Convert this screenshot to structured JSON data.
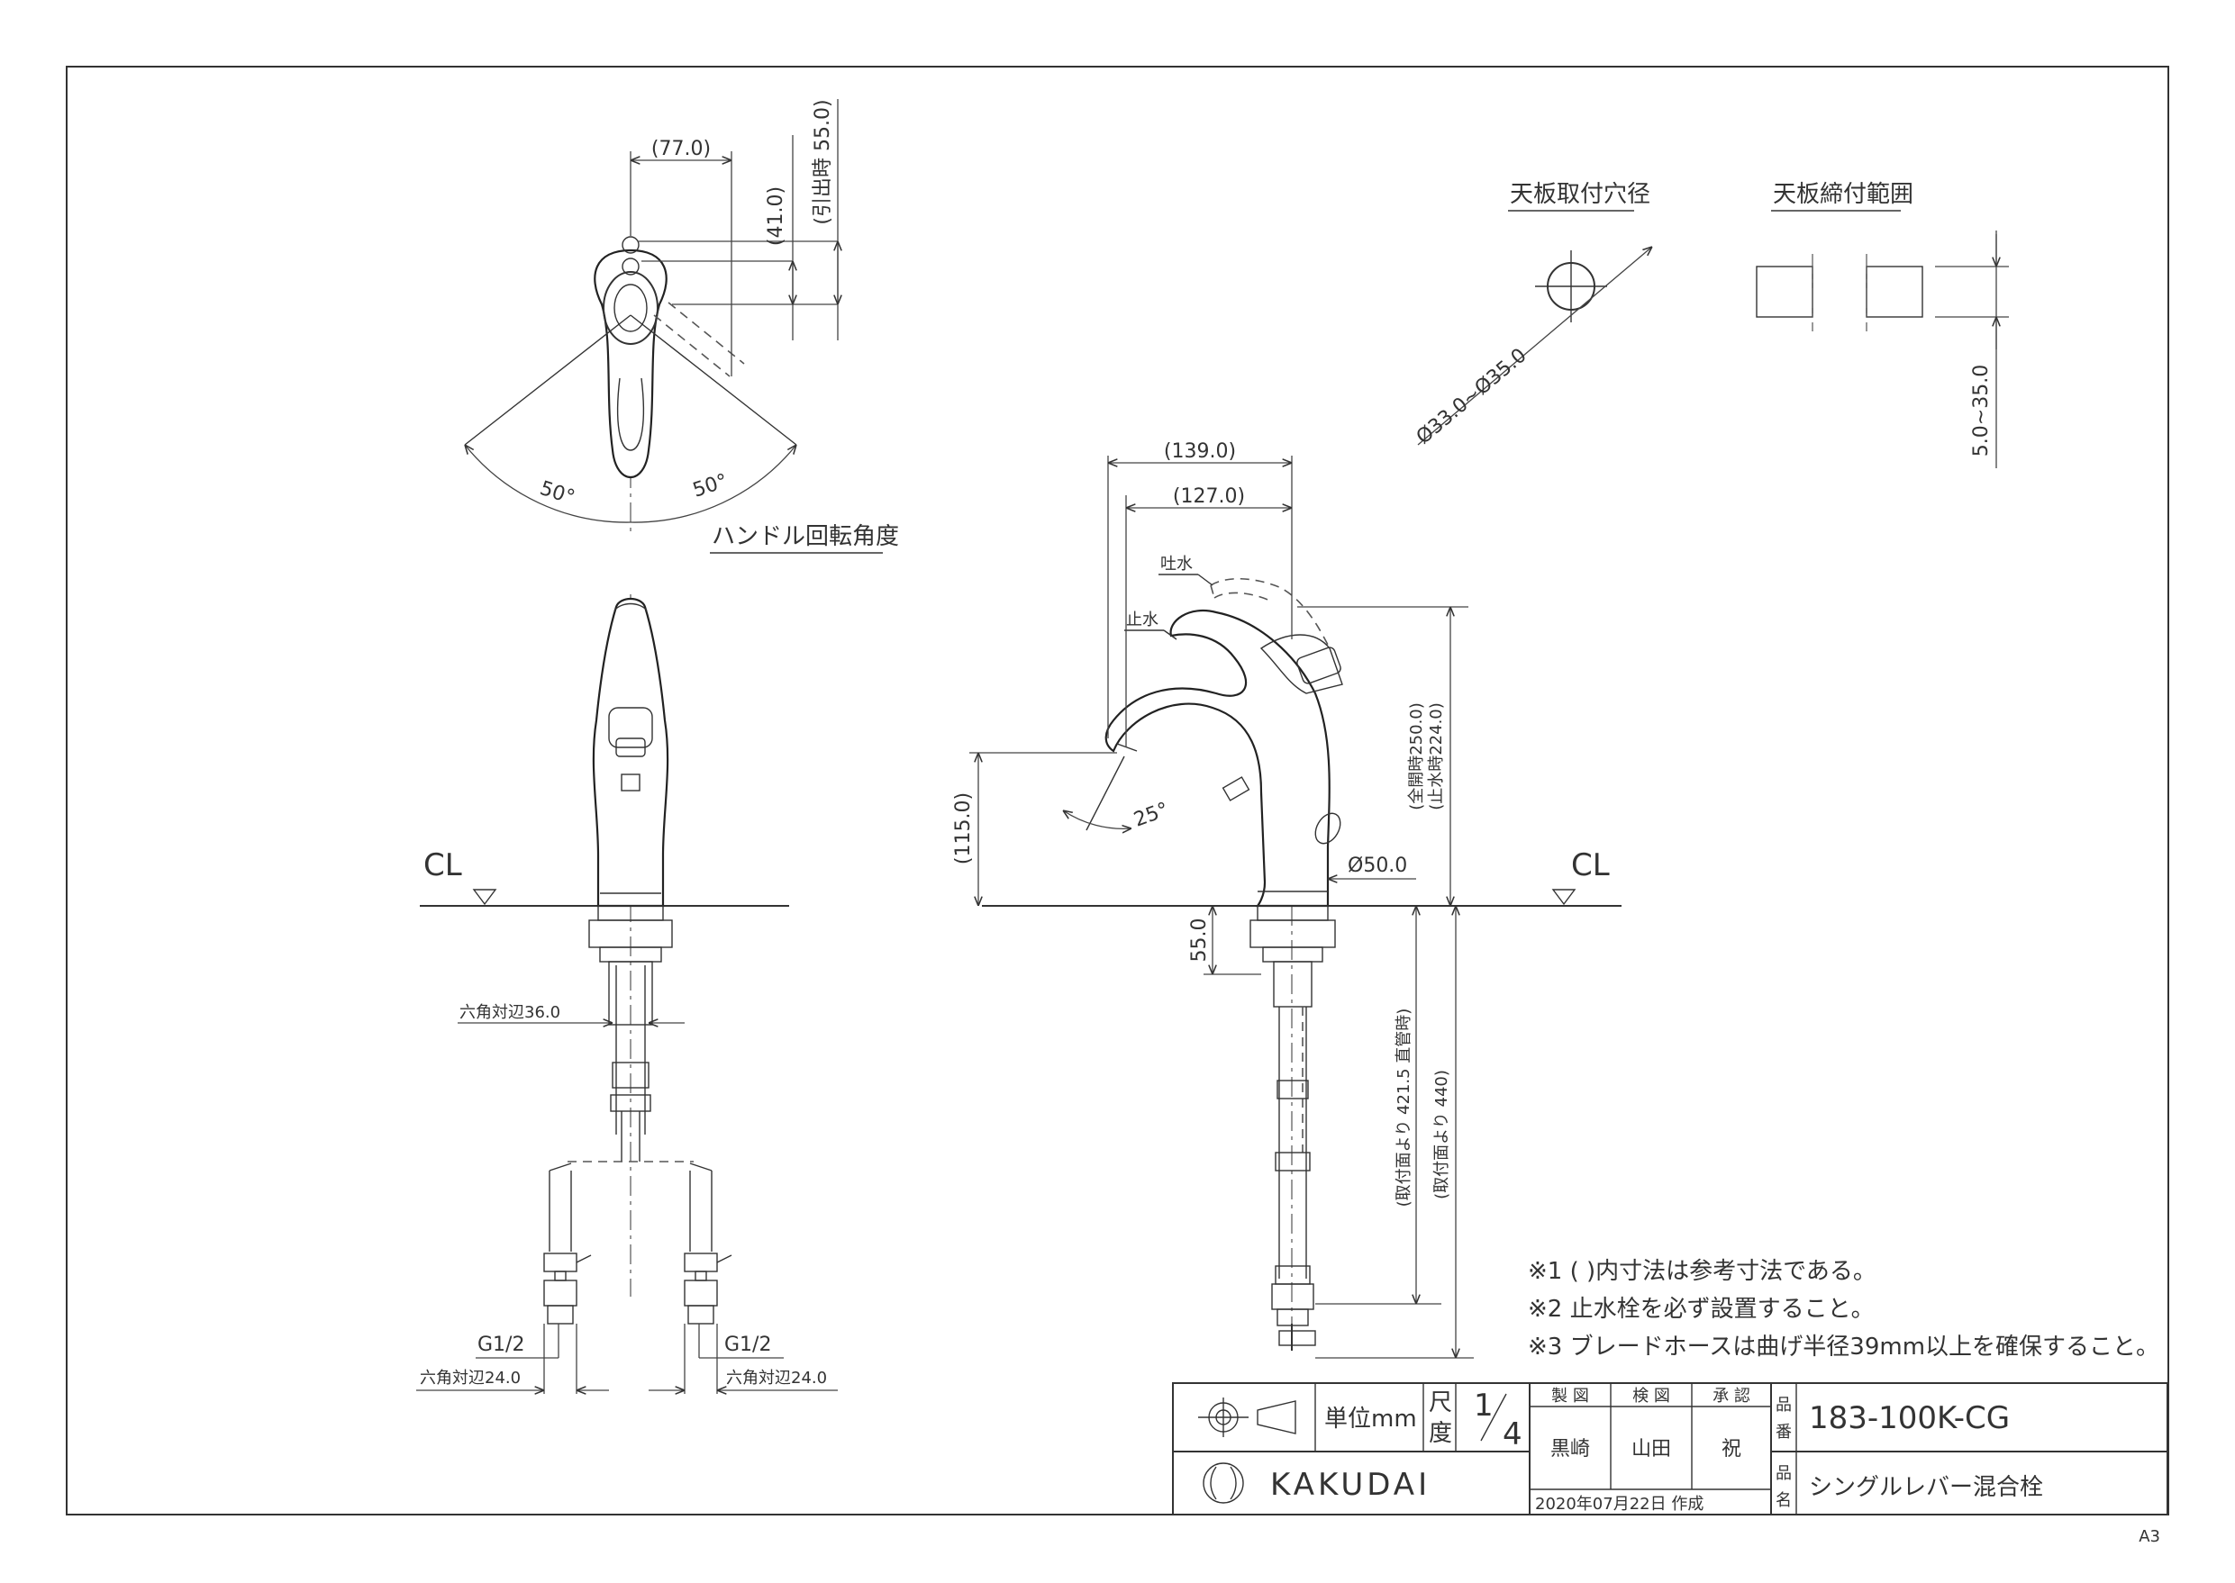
{
  "sheet_size": "A3",
  "views": {
    "handle_rotation": {
      "caption": "ハンドル回転角度",
      "dim_width": "(77.0)",
      "dim_height": "(41.0)",
      "dim_pull": "(引出時 55.0)",
      "angle_left": "50°",
      "angle_right": "50°"
    },
    "mount_hole": {
      "caption": "天板取付穴径",
      "dim": "Ø33.0~Ø35.0"
    },
    "clamp_range": {
      "caption": "天板締付範囲",
      "dim": "5.0~35.0"
    },
    "front": {
      "cl": "CL",
      "hex_body": "六角対辺36.0",
      "g_left": "G1/2",
      "g_right": "G1/2",
      "hex_left": "六角対辺24.0",
      "hex_right": "六角対辺24.0"
    },
    "side": {
      "cl": "CL",
      "dim_139": "(139.0)",
      "dim_127": "(127.0)",
      "label_open": "吐水",
      "label_stop": "止水",
      "dim_115": "(115.0)",
      "angle_spout": "25°",
      "dim_base": "Ø50.0",
      "dim_total_open": "(全開時250.0)",
      "dim_total_stop": "(止水時224.0)",
      "dim_shank": "55.0",
      "dim_pipe_421": "(取付面より 421.5 直管時)",
      "dim_pipe_440": "(取付面より 440)"
    }
  },
  "notes": [
    "※1 ( )内寸法は参考寸法である。",
    "※2 止水栓を必ず設置すること。",
    "※3 ブレードホースは曲げ半径39mm以上を確保すること。"
  ],
  "title_block": {
    "unit_label": "単位mm",
    "scale_label": "尺度",
    "scale_num": "1",
    "scale_den": "4",
    "roles": [
      "製 図",
      "検 図",
      "承 認"
    ],
    "names": [
      "黒崎",
      "山田",
      "祝"
    ],
    "date": "2020年07月22日 作成",
    "part_no_label": "品番",
    "part_no": "183-100K-CG",
    "name_label": "品名",
    "product_name": "シングルレバー混合栓",
    "brand": "KAKUDAI"
  }
}
